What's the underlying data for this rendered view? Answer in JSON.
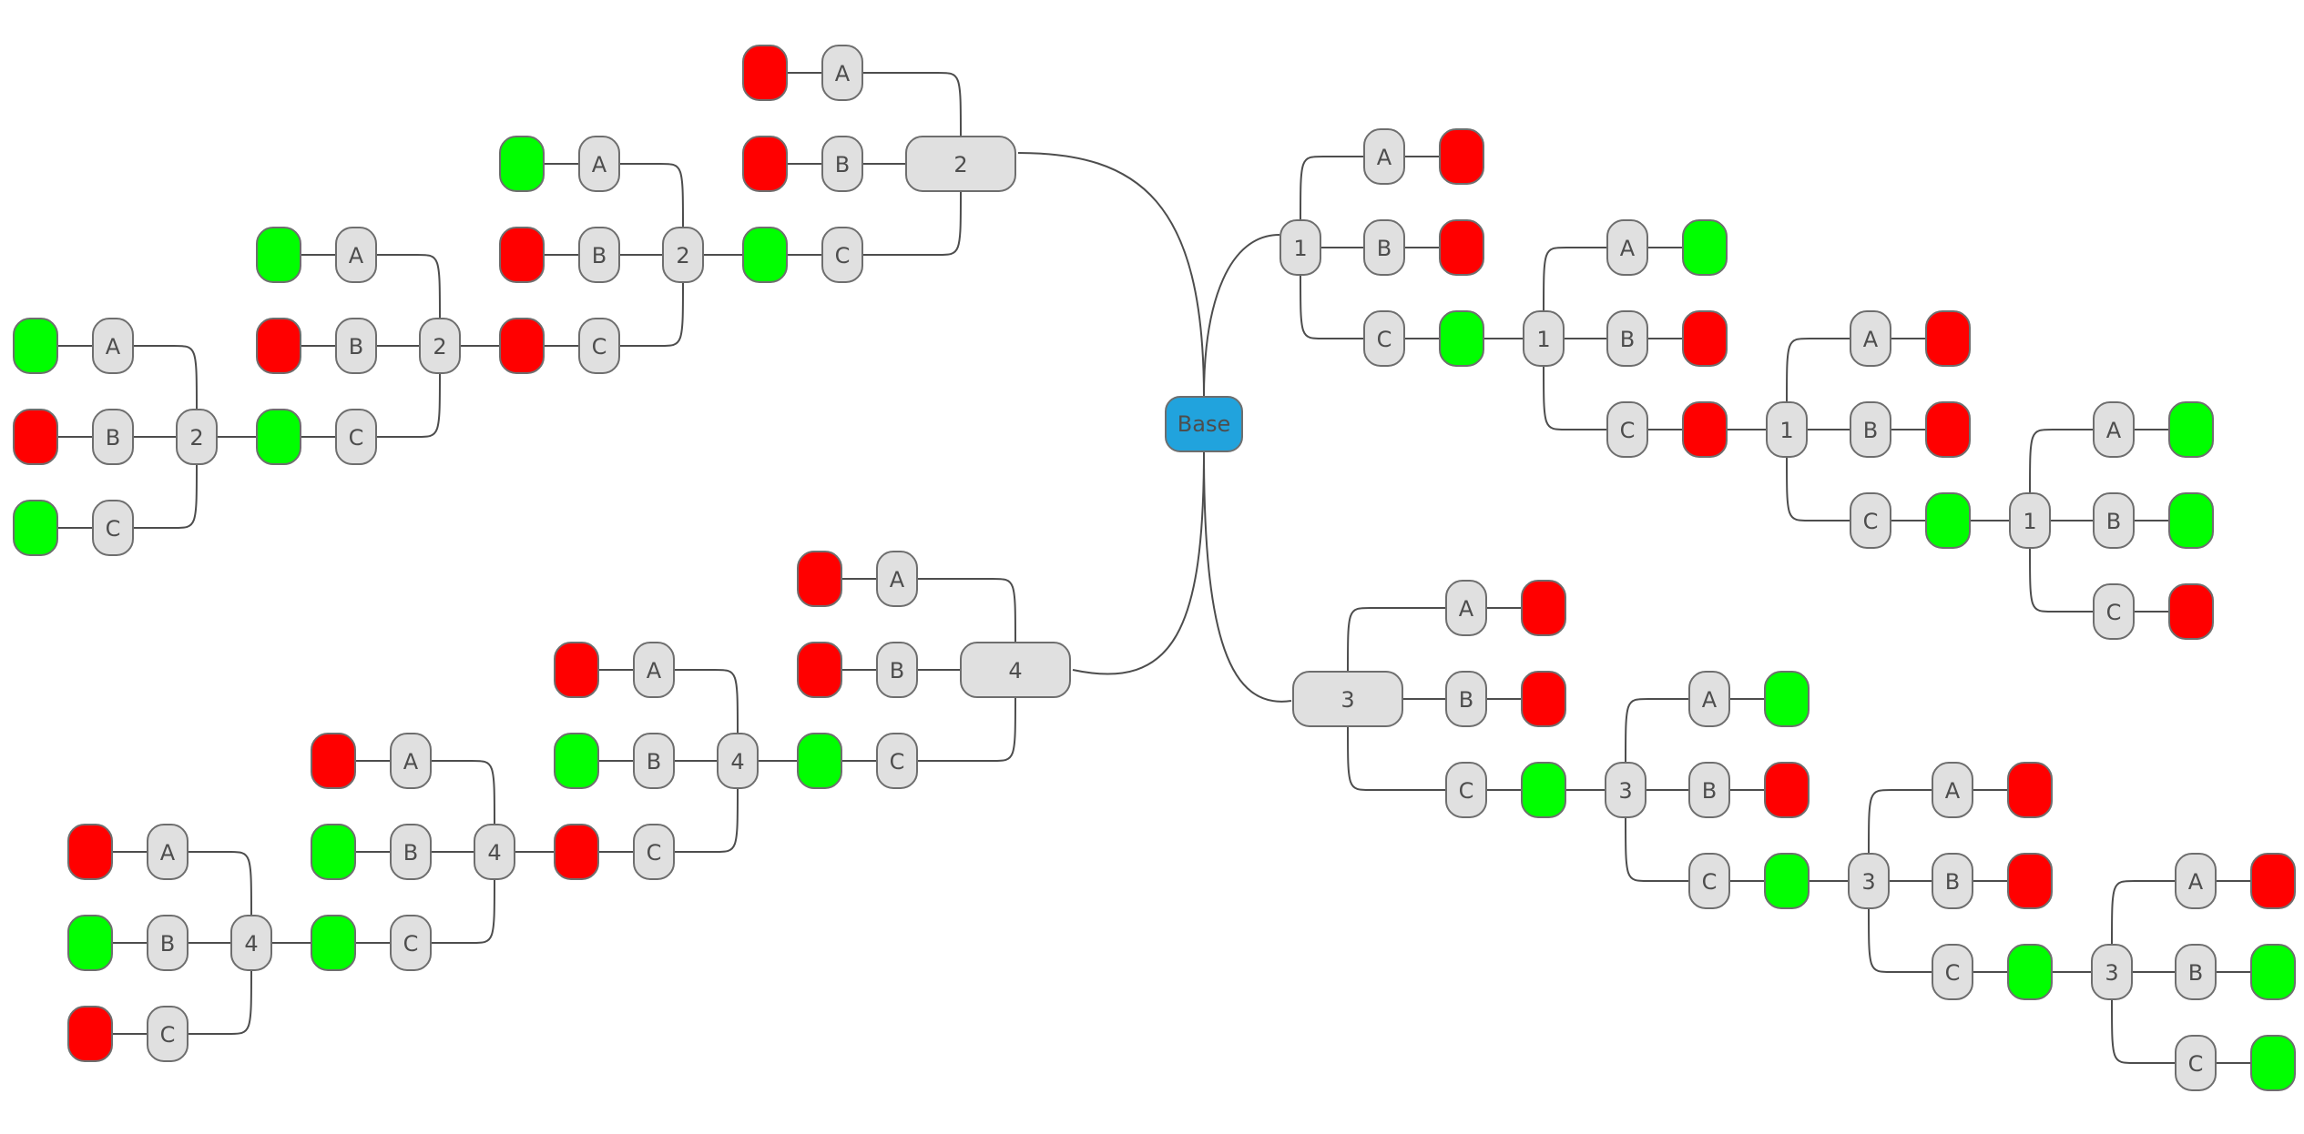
{
  "colors": {
    "node_fill": "#e0e0e0",
    "node_stroke": "#6e6e6e",
    "edge": "#4d4d4d",
    "base_fill": "#21a3dd",
    "red": "#ff0000",
    "green": "#00ff00",
    "text": "#4d4d4d"
  },
  "diagram": {
    "root_label": "Base",
    "branch_labels": [
      "1",
      "2",
      "3",
      "4"
    ],
    "option_labels": [
      "A",
      "B",
      "C"
    ],
    "chains": [
      {
        "branch": "1",
        "levels": [
          [
            "red",
            "red",
            "green"
          ],
          [
            "green",
            "red",
            "red"
          ],
          [
            "red",
            "red",
            "green"
          ],
          [
            "green",
            "green",
            "red"
          ]
        ]
      },
      {
        "branch": "2",
        "levels": [
          [
            "red",
            "red",
            "green"
          ],
          [
            "green",
            "red",
            "red"
          ],
          [
            "green",
            "red",
            "green"
          ],
          [
            "green",
            "red",
            "green"
          ]
        ]
      },
      {
        "branch": "3",
        "levels": [
          [
            "red",
            "red",
            "green"
          ],
          [
            "green",
            "red",
            "green"
          ],
          [
            "red",
            "red",
            "green"
          ],
          [
            "red",
            "green",
            "green"
          ]
        ]
      },
      {
        "branch": "4",
        "levels": [
          [
            "red",
            "red",
            "green"
          ],
          [
            "red",
            "green",
            "red"
          ],
          [
            "red",
            "green",
            "green"
          ],
          [
            "red",
            "green",
            "red"
          ]
        ]
      }
    ]
  }
}
